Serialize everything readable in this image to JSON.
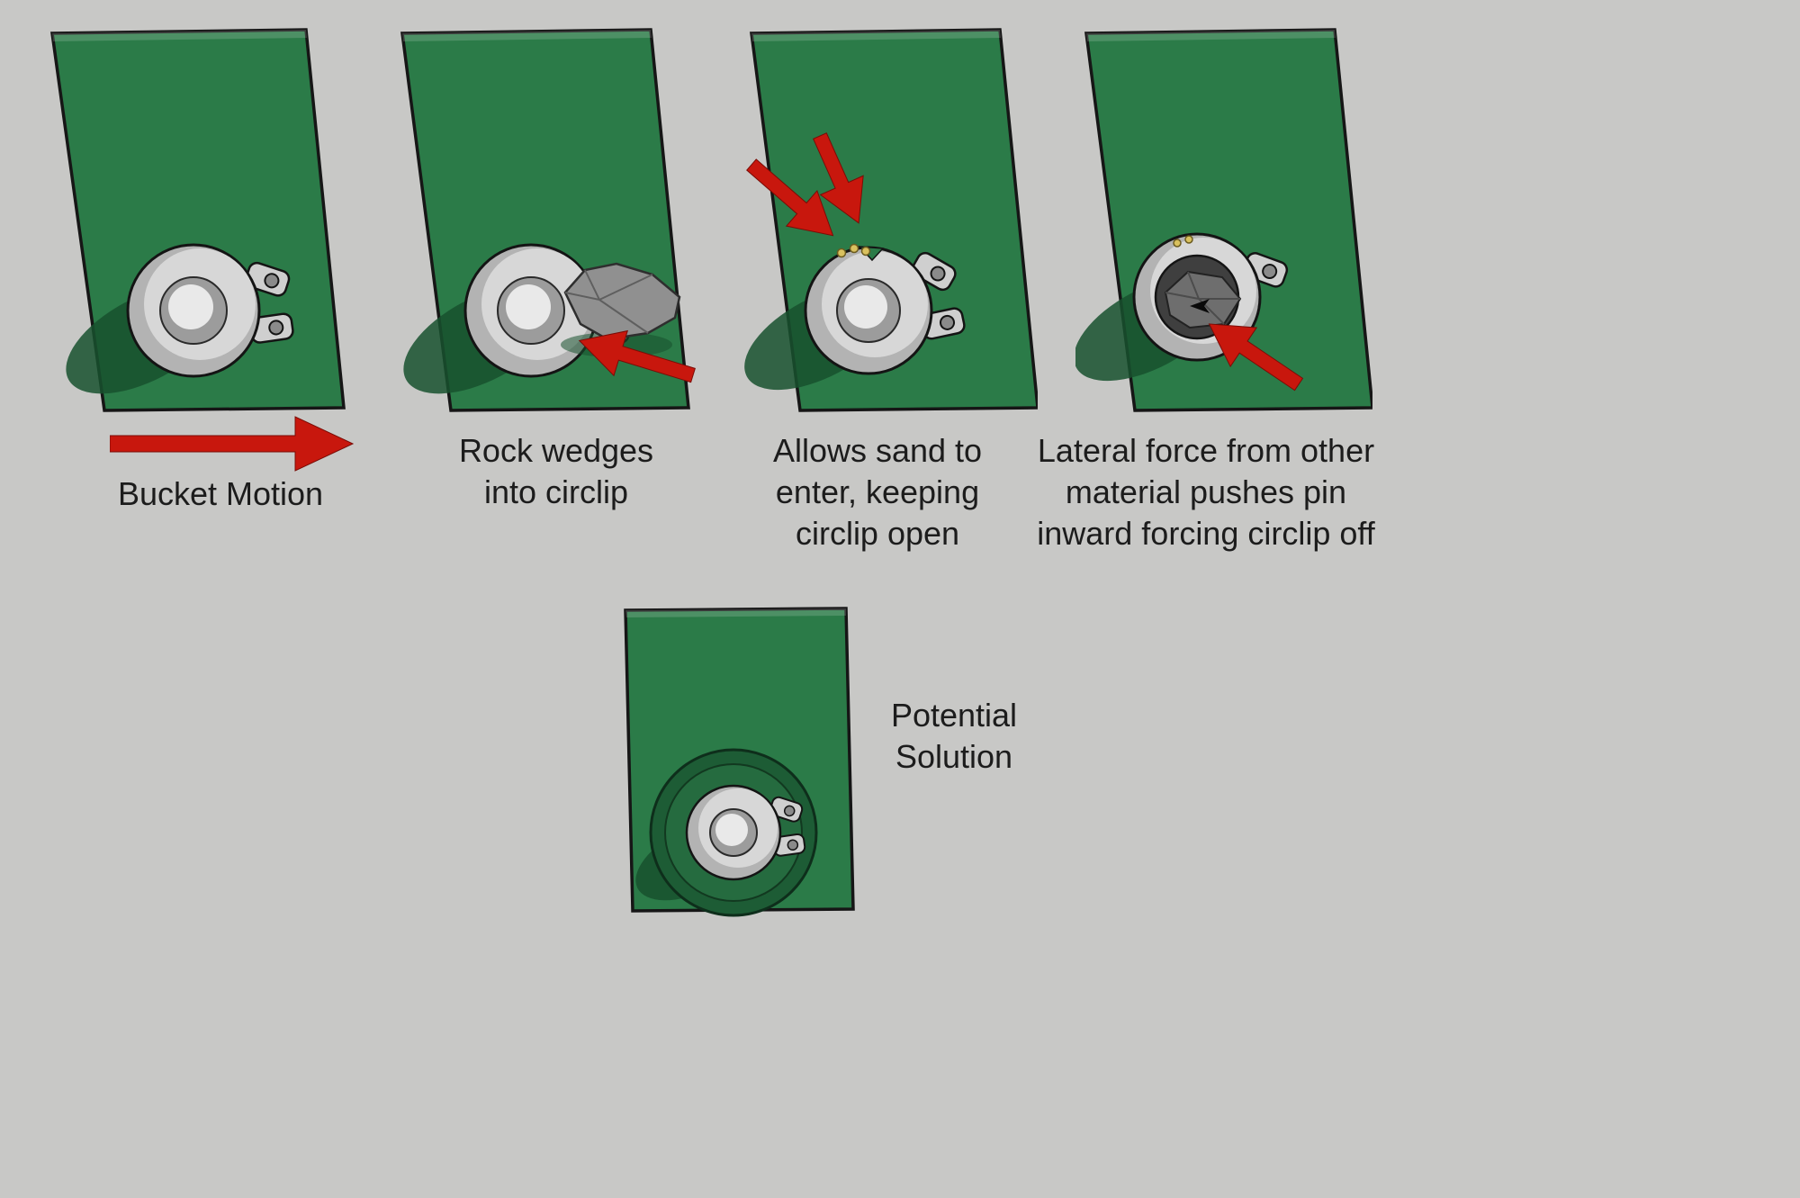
{
  "colors": {
    "background": "#c8c8c6",
    "plate_green": "#2b7b48",
    "plate_recess": "#1d5c35",
    "plate_recess_inner": "#256b3f",
    "plate_shadow": "#18512e",
    "arrow_red": "#c8170d",
    "metal_base": "#b3b3b3",
    "metal_light": "#d7d7d7",
    "rock_gray": "#909090",
    "sand_yellow": "#d9c15f",
    "text": "#1c1c1c"
  },
  "panels": [
    {
      "name": "bucket-motion",
      "caption_lines": [
        "Bucket Motion"
      ]
    },
    {
      "name": "rock-wedges",
      "caption_lines": [
        "Rock wedges",
        "into circlip"
      ]
    },
    {
      "name": "sand-enters",
      "caption_lines": [
        "Allows sand to",
        "enter, keeping",
        "circlip open"
      ]
    },
    {
      "name": "lateral-force",
      "caption_lines": [
        "Lateral force from other",
        "material pushes pin",
        "inward forcing circlip off"
      ]
    },
    {
      "name": "potential-solution",
      "caption_lines": [
        "Potential",
        "Solution"
      ]
    }
  ]
}
